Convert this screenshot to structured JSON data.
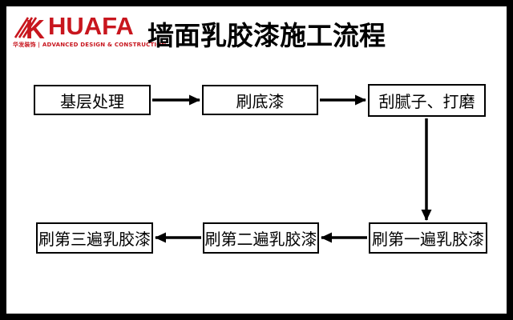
{
  "logo": {
    "mark": "K",
    "brand": "HUAFA",
    "tagline": "华发装饰 | ADVANCED DESIGN & CONSTRUCTION",
    "brand_color": "#c8161e"
  },
  "page": {
    "title": "墙面乳胶漆施工流程"
  },
  "flowchart": {
    "steps": [
      {
        "id": "step-1",
        "label": "基层处理"
      },
      {
        "id": "step-2",
        "label": "刷底漆"
      },
      {
        "id": "step-3",
        "label": "刮腻子、打磨"
      },
      {
        "id": "step-4",
        "label": "刷第一遍乳胶漆"
      },
      {
        "id": "step-5",
        "label": "刷第二遍乳胶漆"
      },
      {
        "id": "step-6",
        "label": "刷第三遍乳胶漆"
      }
    ],
    "connections": [
      {
        "from": "基层处理",
        "to": "刷底漆"
      },
      {
        "from": "刷底漆",
        "to": "刮腻子、打磨"
      },
      {
        "from": "刮腻子、打磨",
        "to": "刷第一遍乳胶漆"
      },
      {
        "from": "刷第一遍乳胶漆",
        "to": "刷第二遍乳胶漆"
      },
      {
        "from": "刷第二遍乳胶漆",
        "to": "刷第三遍乳胶漆"
      }
    ]
  },
  "colors": {
    "accent_red": "#c8161e",
    "ink": "#000000",
    "background": "#ffffff",
    "frame": "#000000"
  }
}
